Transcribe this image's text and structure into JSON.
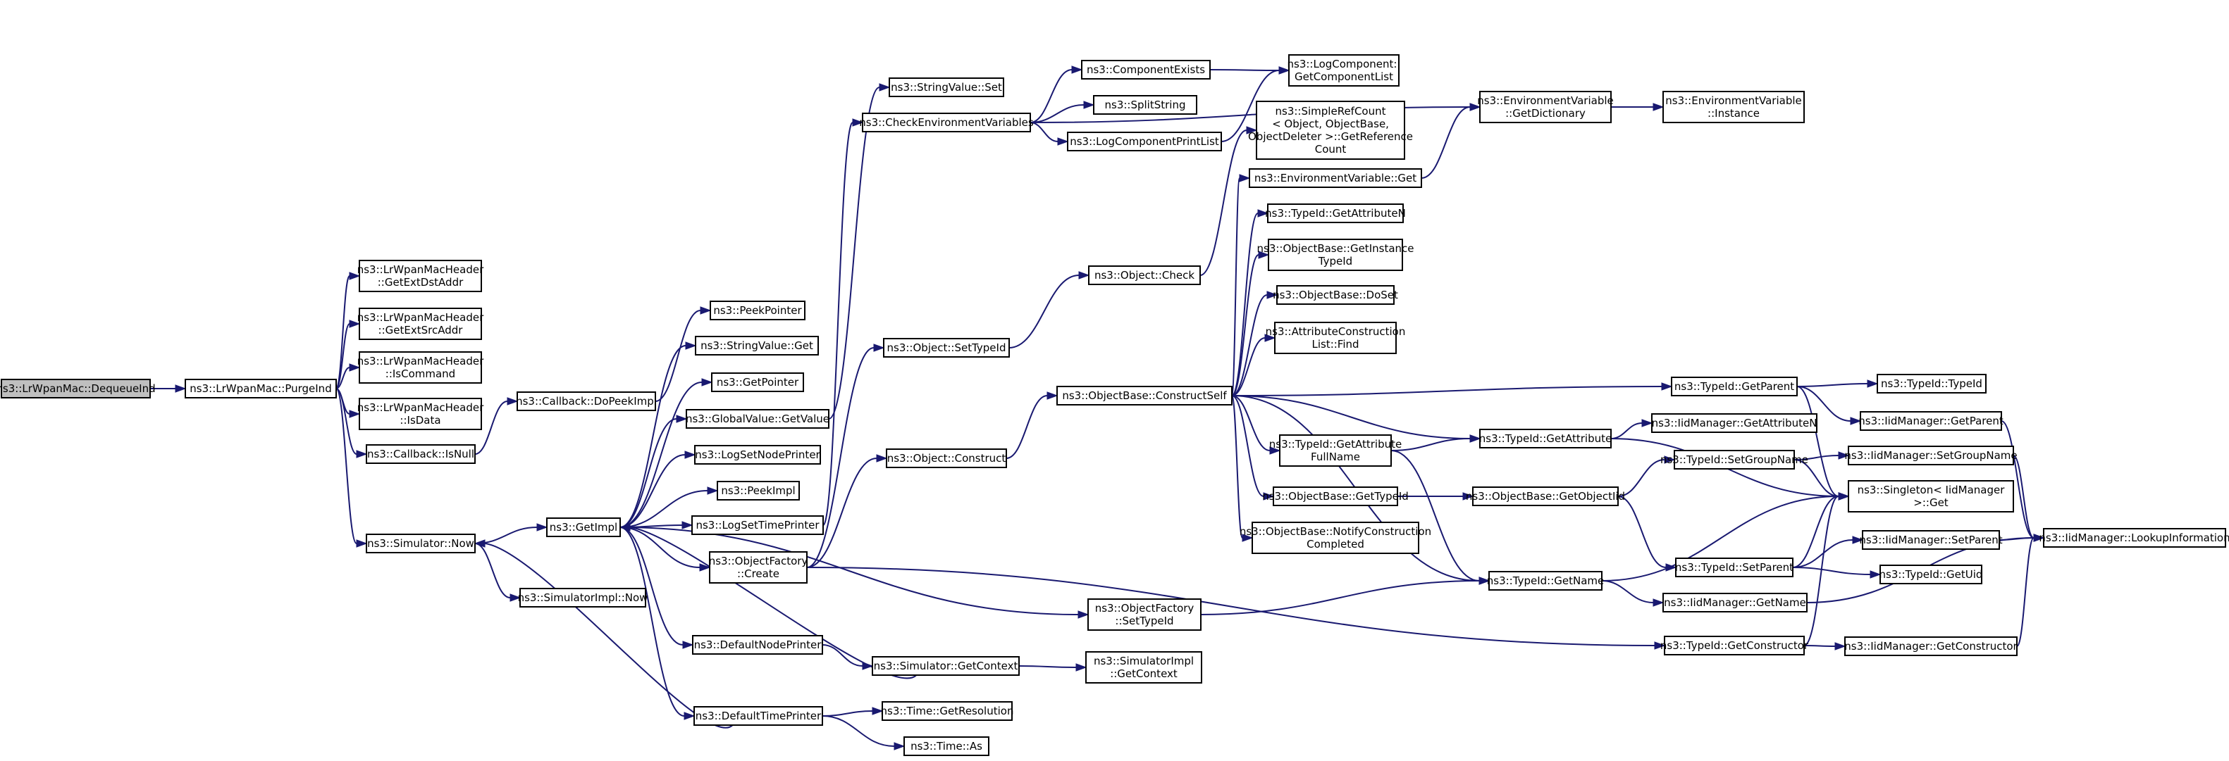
{
  "nodes": [
    {
      "id": "n0",
      "lines": [
        "ns3::LrWpanMac::DequeueInd"
      ],
      "root": true
    },
    {
      "id": "n1",
      "lines": [
        "ns3::LrWpanMac::PurgeInd"
      ]
    },
    {
      "id": "n2",
      "lines": [
        "ns3::LrWpanMacHeader",
        "::GetExtDstAddr"
      ]
    },
    {
      "id": "n3",
      "lines": [
        "ns3::LrWpanMacHeader",
        "::GetExtSrcAddr"
      ]
    },
    {
      "id": "n4",
      "lines": [
        "ns3::LrWpanMacHeader",
        "::IsCommand"
      ]
    },
    {
      "id": "n5",
      "lines": [
        "ns3::LrWpanMacHeader",
        "::IsData"
      ]
    },
    {
      "id": "n6",
      "lines": [
        "ns3::Callback::IsNull"
      ]
    },
    {
      "id": "n7",
      "lines": [
        "ns3::Simulator::Now"
      ]
    },
    {
      "id": "n8",
      "lines": [
        "ns3::Callback::DoPeekImpl"
      ]
    },
    {
      "id": "n9",
      "lines": [
        "ns3::GetImpl"
      ]
    },
    {
      "id": "n10",
      "lines": [
        "ns3::SimulatorImpl::Now"
      ]
    },
    {
      "id": "n11",
      "lines": [
        "ns3::PeekPointer"
      ]
    },
    {
      "id": "n12",
      "lines": [
        "ns3::StringValue::Get"
      ]
    },
    {
      "id": "n13",
      "lines": [
        "ns3::GetPointer"
      ]
    },
    {
      "id": "n14",
      "lines": [
        "ns3::GlobalValue::GetValue"
      ]
    },
    {
      "id": "n15",
      "lines": [
        "ns3::LogSetNodePrinter"
      ]
    },
    {
      "id": "n16",
      "lines": [
        "ns3::PeekImpl"
      ]
    },
    {
      "id": "n17",
      "lines": [
        "ns3::LogSetTimePrinter"
      ]
    },
    {
      "id": "n18",
      "lines": [
        "ns3::ObjectFactory",
        "::Create"
      ]
    },
    {
      "id": "n19",
      "lines": [
        "ns3::DefaultNodePrinter"
      ]
    },
    {
      "id": "n20",
      "lines": [
        "ns3::DefaultTimePrinter"
      ]
    },
    {
      "id": "n21",
      "lines": [
        "ns3::StringValue::Set"
      ]
    },
    {
      "id": "n22",
      "lines": [
        "ns3::CheckEnvironmentVariables"
      ]
    },
    {
      "id": "n23",
      "lines": [
        "ns3::Object::SetTypeId"
      ]
    },
    {
      "id": "n24",
      "lines": [
        "ns3::Object::Construct"
      ]
    },
    {
      "id": "n25",
      "lines": [
        "ns3::Simulator::GetContext"
      ]
    },
    {
      "id": "n26",
      "lines": [
        "ns3::Time::GetResolution"
      ]
    },
    {
      "id": "n27",
      "lines": [
        "ns3::Time::As"
      ]
    },
    {
      "id": "n28",
      "lines": [
        "ns3::ComponentExists"
      ]
    },
    {
      "id": "n29",
      "lines": [
        "ns3::SplitString"
      ]
    },
    {
      "id": "n30",
      "lines": [
        "ns3::LogComponentPrintList"
      ]
    },
    {
      "id": "n31",
      "lines": [
        "ns3::Object::Check"
      ]
    },
    {
      "id": "n32",
      "lines": [
        "ns3::ObjectBase::ConstructSelf"
      ]
    },
    {
      "id": "n33",
      "lines": [
        "ns3::ObjectFactory",
        "::SetTypeId"
      ]
    },
    {
      "id": "n34",
      "lines": [
        "ns3::SimulatorImpl",
        "::GetContext"
      ]
    },
    {
      "id": "n35",
      "lines": [
        "ns3::LogComponent::",
        "GetComponentList"
      ]
    },
    {
      "id": "n36",
      "lines": [
        "ns3::SimpleRefCount",
        "< Object, ObjectBase,",
        "ObjectDeleter >::GetReference",
        "Count"
      ]
    },
    {
      "id": "n37",
      "lines": [
        "ns3::EnvironmentVariable::Get"
      ]
    },
    {
      "id": "n38",
      "lines": [
        "ns3::TypeId::GetAttributeN"
      ]
    },
    {
      "id": "n39",
      "lines": [
        "ns3::ObjectBase::GetInstance",
        "TypeId"
      ]
    },
    {
      "id": "n40",
      "lines": [
        "ns3::ObjectBase::DoSet"
      ]
    },
    {
      "id": "n41",
      "lines": [
        "ns3::AttributeConstruction",
        "List::Find"
      ]
    },
    {
      "id": "n42",
      "lines": [
        "ns3::TypeId::GetAttribute",
        "FullName"
      ]
    },
    {
      "id": "n43",
      "lines": [
        "ns3::ObjectBase::GetTypeId"
      ]
    },
    {
      "id": "n44",
      "lines": [
        "ns3::ObjectBase::NotifyConstruction",
        "Completed"
      ]
    },
    {
      "id": "n45",
      "lines": [
        "ns3::EnvironmentVariable",
        "::GetDictionary"
      ]
    },
    {
      "id": "n46",
      "lines": [
        "ns3::TypeId::GetAttribute"
      ]
    },
    {
      "id": "n47",
      "lines": [
        "ns3::ObjectBase::GetObjectIid"
      ]
    },
    {
      "id": "n48",
      "lines": [
        "ns3::TypeId::GetName"
      ]
    },
    {
      "id": "n49",
      "lines": [
        "ns3::EnvironmentVariable",
        "::Instance"
      ]
    },
    {
      "id": "n50",
      "lines": [
        "ns3::TypeId::GetParent"
      ]
    },
    {
      "id": "n51",
      "lines": [
        "ns3::IidManager::GetAttributeN"
      ]
    },
    {
      "id": "n52",
      "lines": [
        "ns3::TypeId::SetGroupName"
      ]
    },
    {
      "id": "n53",
      "lines": [
        "ns3::TypeId::SetParent"
      ]
    },
    {
      "id": "n54",
      "lines": [
        "ns3::IidManager::GetName"
      ]
    },
    {
      "id": "n55",
      "lines": [
        "ns3::TypeId::GetConstructor"
      ]
    },
    {
      "id": "n56",
      "lines": [
        "ns3::TypeId::TypeId"
      ]
    },
    {
      "id": "n57",
      "lines": [
        "ns3::IidManager::GetParent"
      ]
    },
    {
      "id": "n58",
      "lines": [
        "ns3::IidManager::SetGroupName"
      ]
    },
    {
      "id": "n59",
      "lines": [
        "ns3::Singleton< IidManager",
        ">::Get"
      ]
    },
    {
      "id": "n60",
      "lines": [
        "ns3::IidManager::SetParent"
      ]
    },
    {
      "id": "n61",
      "lines": [
        "ns3::TypeId::GetUid"
      ]
    },
    {
      "id": "n62",
      "lines": [
        "ns3::IidManager::GetConstructor"
      ]
    },
    {
      "id": "n63",
      "lines": [
        "ns3::IidManager::LookupInformation"
      ]
    }
  ],
  "edges": [
    [
      "n0",
      "n1"
    ],
    [
      "n1",
      "n2"
    ],
    [
      "n1",
      "n3"
    ],
    [
      "n1",
      "n4"
    ],
    [
      "n1",
      "n5"
    ],
    [
      "n1",
      "n6"
    ],
    [
      "n1",
      "n7"
    ],
    [
      "n6",
      "n8"
    ],
    [
      "n8",
      "n11"
    ],
    [
      "n7",
      "n9"
    ],
    [
      "n7",
      "n10"
    ],
    [
      "n9",
      "n12"
    ],
    [
      "n9",
      "n13"
    ],
    [
      "n9",
      "n14"
    ],
    [
      "n9",
      "n15"
    ],
    [
      "n9",
      "n16"
    ],
    [
      "n9",
      "n17"
    ],
    [
      "n9",
      "n18"
    ],
    [
      "n9",
      "n19"
    ],
    [
      "n9",
      "n20"
    ],
    [
      "n9",
      "n33"
    ],
    [
      "n14",
      "n21"
    ],
    [
      "n17",
      "n22"
    ],
    [
      "n18",
      "n23"
    ],
    [
      "n18",
      "n24"
    ],
    [
      "n18",
      "n55"
    ],
    [
      "n19",
      "n25"
    ],
    [
      "n20",
      "n7"
    ],
    [
      "n20",
      "n26"
    ],
    [
      "n20",
      "n27"
    ],
    [
      "n22",
      "n28"
    ],
    [
      "n22",
      "n29"
    ],
    [
      "n22",
      "n30"
    ],
    [
      "n22",
      "n45"
    ],
    [
      "n28",
      "n35"
    ],
    [
      "n30",
      "n35"
    ],
    [
      "n23",
      "n31"
    ],
    [
      "n24",
      "n32"
    ],
    [
      "n25",
      "n34"
    ],
    [
      "n25",
      "n9"
    ],
    [
      "n31",
      "n36"
    ],
    [
      "n32",
      "n37"
    ],
    [
      "n32",
      "n38"
    ],
    [
      "n32",
      "n39"
    ],
    [
      "n32",
      "n40"
    ],
    [
      "n32",
      "n41"
    ],
    [
      "n32",
      "n42"
    ],
    [
      "n32",
      "n43"
    ],
    [
      "n32",
      "n44"
    ],
    [
      "n32",
      "n46"
    ],
    [
      "n32",
      "n48"
    ],
    [
      "n32",
      "n50"
    ],
    [
      "n33",
      "n48"
    ],
    [
      "n37",
      "n45"
    ],
    [
      "n45",
      "n49"
    ],
    [
      "n42",
      "n46"
    ],
    [
      "n42",
      "n48"
    ],
    [
      "n43",
      "n47"
    ],
    [
      "n46",
      "n51"
    ],
    [
      "n46",
      "n59"
    ],
    [
      "n47",
      "n52"
    ],
    [
      "n47",
      "n53"
    ],
    [
      "n48",
      "n59"
    ],
    [
      "n48",
      "n54"
    ],
    [
      "n50",
      "n56"
    ],
    [
      "n50",
      "n57"
    ],
    [
      "n50",
      "n59"
    ],
    [
      "n52",
      "n58"
    ],
    [
      "n52",
      "n59"
    ],
    [
      "n53",
      "n59"
    ],
    [
      "n53",
      "n60"
    ],
    [
      "n53",
      "n61"
    ],
    [
      "n54",
      "n63"
    ],
    [
      "n55",
      "n59"
    ],
    [
      "n55",
      "n62"
    ],
    [
      "n57",
      "n63"
    ],
    [
      "n58",
      "n63"
    ],
    [
      "n60",
      "n63"
    ],
    [
      "n62",
      "n63"
    ]
  ]
}
